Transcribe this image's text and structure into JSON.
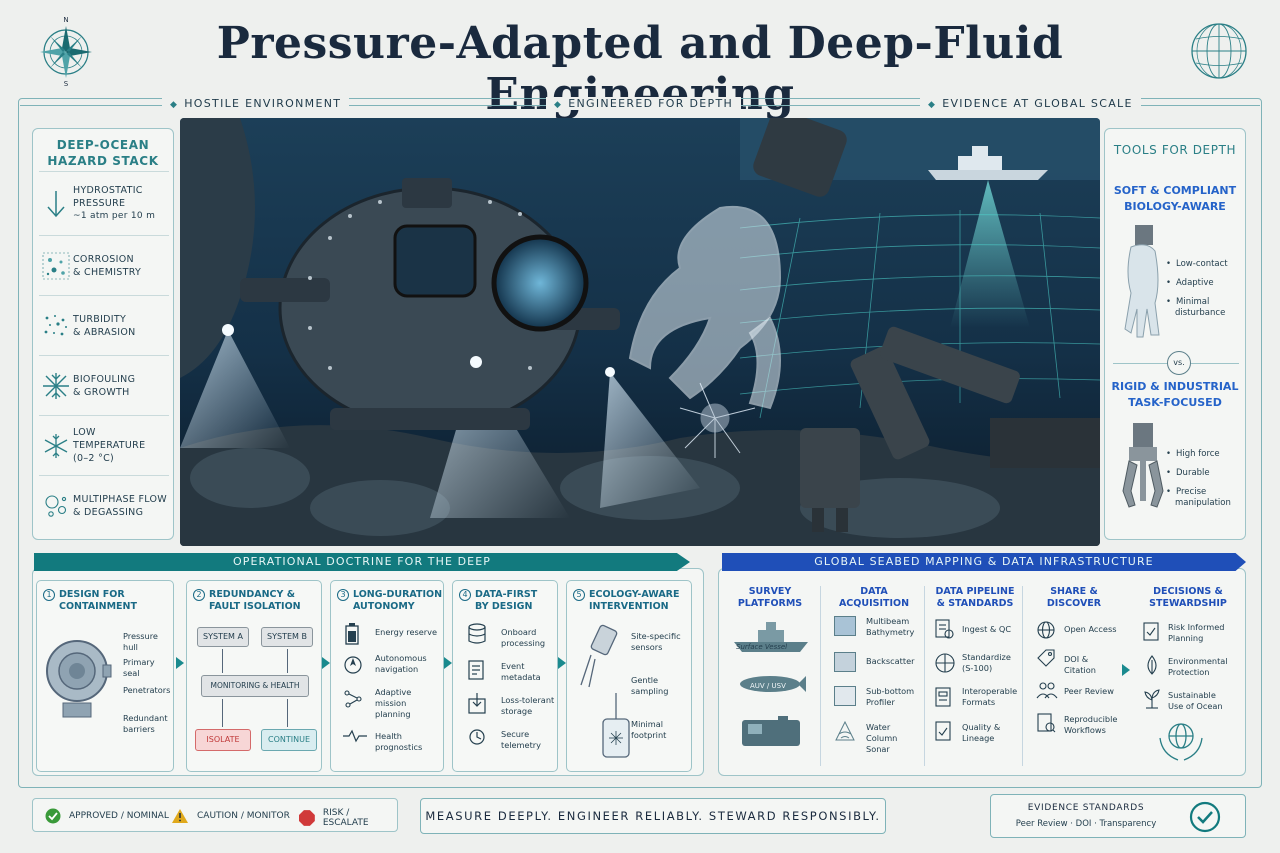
{
  "title": "Pressure-Adapted and Deep-Fluid Engineering",
  "compass_labels": {
    "n": "N",
    "s": "S"
  },
  "banners": [
    "HOSTILE ENVIRONMENT",
    "ENGINEERED FOR DEPTH",
    "EVIDENCE AT GLOBAL SCALE"
  ],
  "hazard": {
    "title_line1": "DEEP-OCEAN",
    "title_line2": "HAZARD STACK",
    "items": [
      {
        "icon": "down-arrow-icon",
        "line1": "HYDROSTATIC",
        "line2": "PRESSURE",
        "line3": "~1 atm per 10 m"
      },
      {
        "icon": "corrosion-pattern-icon",
        "line1": "CORROSION",
        "line2": "& CHEMISTRY"
      },
      {
        "icon": "particles-icon",
        "line1": "TURBIDITY",
        "line2": "& ABRASION"
      },
      {
        "icon": "biofouling-icon",
        "line1": "BIOFOULING",
        "line2": "& GROWTH"
      },
      {
        "icon": "snowflake-icon",
        "line1": "LOW TEMPERATURE",
        "line2": "(0–2 °C)"
      },
      {
        "icon": "bubbles-icon",
        "line1": "MULTIPHASE FLOW",
        "line2": "& DEGASSING"
      }
    ]
  },
  "tools": {
    "title": "TOOLS FOR DEPTH",
    "soft": {
      "line1": "SOFT & COMPLIANT",
      "line2": "BIOLOGY-AWARE",
      "bullets": [
        "Low-contact",
        "Adaptive",
        "Minimal",
        "disturbance"
      ]
    },
    "vs": "vs.",
    "rigid": {
      "line1": "RIGID & INDUSTRIAL",
      "line2": "TASK-FOCUSED",
      "bullets": [
        "High force",
        "Durable",
        "Precise",
        "manipulation"
      ]
    }
  },
  "doctrine": {
    "banner": "OPERATIONAL DOCTRINE FOR THE DEEP",
    "columns": [
      {
        "num": "1",
        "head1": "DESIGN FOR",
        "head2": "CONTAINMENT",
        "labels": [
          "Pressure hull",
          "Primary seal",
          "Penetrators",
          "Redundant",
          "barriers"
        ]
      },
      {
        "num": "2",
        "head1": "REDUNDANCY &",
        "head2": "FAULT ISOLATION",
        "system_a": "SYSTEM A",
        "system_b": "SYSTEM B",
        "monitor": "MONITORING & HEALTH",
        "isolate": "ISOLATE",
        "continue": "CONTINUE"
      },
      {
        "num": "3",
        "head1": "LONG-DURATION",
        "head2": "AUTONOMY",
        "items": [
          [
            "Energy reserve"
          ],
          [
            "Autonomous",
            "navigation"
          ],
          [
            "Adaptive mission",
            "planning"
          ],
          [
            "Health prognostics"
          ]
        ]
      },
      {
        "num": "4",
        "head1": "DATA-FIRST",
        "head2": "BY DESIGN",
        "items": [
          [
            "Onboard",
            "processing"
          ],
          [
            "Event",
            "metadata"
          ],
          [
            "Loss-tolerant",
            "storage"
          ],
          [
            "Secure",
            "telemetry"
          ]
        ]
      },
      {
        "num": "5",
        "head1": "ECOLOGY-AWARE",
        "head2": "INTERVENTION",
        "items": [
          [
            "Site-specific",
            "sensors"
          ],
          [
            "Gentle",
            "sampling"
          ],
          [
            "Minimal",
            "footprint"
          ]
        ]
      }
    ]
  },
  "global": {
    "banner": "GLOBAL SEABED MAPPING & DATA INFRASTRUCTURE",
    "survey": {
      "head1": "SURVEY",
      "head2": "PLATFORMS",
      "labels": [
        "Surface Vessel",
        "AUV / USV"
      ]
    },
    "acquisition": {
      "head1": "DATA ACQUISITION",
      "items": [
        [
          "Multibeam",
          "Bathymetry"
        ],
        [
          "Backscatter"
        ],
        [
          "Sub-bottom",
          "Profiler"
        ],
        [
          "Water Column",
          "Sonar"
        ]
      ]
    },
    "pipeline": {
      "head1": "DATA PIPELINE",
      "head2": "& STANDARDS",
      "items": [
        [
          "Ingest & QC"
        ],
        [
          "Standardize",
          "(S-100)"
        ],
        [
          "Interoperable",
          "Formats"
        ],
        [
          "Quality &",
          "Lineage"
        ]
      ]
    },
    "share": {
      "head1": "SHARE &",
      "head2": "DISCOVER",
      "items": [
        [
          "Open Access"
        ],
        [
          "DOI & Citation"
        ],
        [
          "Peer Review"
        ],
        [
          "Reproducible",
          "Workflows"
        ]
      ]
    },
    "decisions": {
      "head1": "DECISIONS &",
      "head2": "STEWARDSHIP",
      "items": [
        [
          "Risk Informed",
          "Planning"
        ],
        [
          "Environmental",
          "Protection"
        ],
        [
          "Sustainable",
          "Use of Ocean"
        ]
      ]
    }
  },
  "legend": [
    {
      "icon": "check-circle-icon",
      "label": "APPROVED / NOMINAL",
      "color": "#3a9a3a"
    },
    {
      "icon": "warning-triangle-icon",
      "label": "CAUTION / MONITOR",
      "color": "#e0a91c"
    },
    {
      "icon": "stop-octagon-icon",
      "label": "RISK / ESCALATE",
      "color": "#d03a3a"
    }
  ],
  "motto": "MEASURE DEEPLY. ENGINEER RELIABLY. STEWARD RESPONSIBLY.",
  "evidence": {
    "title": "EVIDENCE STANDARDS",
    "items": "Peer Review  ·  DOI  ·  Transparency"
  },
  "colors": {
    "teal": "#127a7e",
    "blue": "#1f4fb8",
    "navy": "#1a2a3e"
  }
}
